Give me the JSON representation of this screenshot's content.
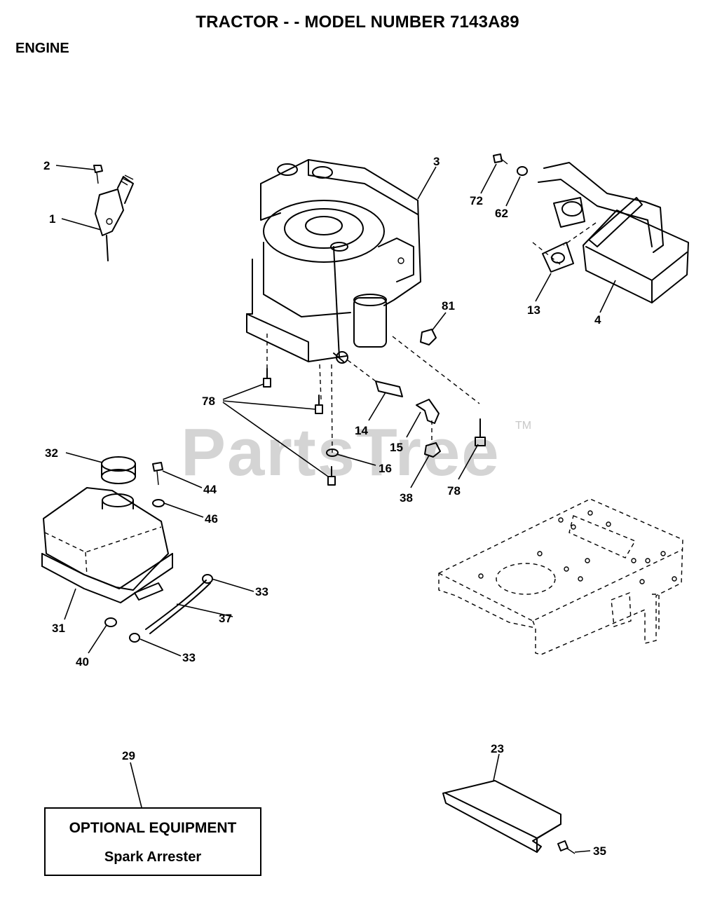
{
  "header": {
    "title": "TRACTOR - - MODEL NUMBER 7143A89",
    "section": "ENGINE"
  },
  "watermark": {
    "text": "PartsTree",
    "tm": "TM"
  },
  "callouts": {
    "c1": "1",
    "c2": "2",
    "c3": "3",
    "c4": "4",
    "c13": "13",
    "c14": "14",
    "c15": "15",
    "c16": "16",
    "c23": "23",
    "c29": "29",
    "c31": "31",
    "c32": "32",
    "c33a": "33",
    "c33b": "33",
    "c35": "35",
    "c37": "37",
    "c38": "38",
    "c40": "40",
    "c44": "44",
    "c46": "46",
    "c62": "62",
    "c72": "72",
    "c78a": "78",
    "c78b": "78",
    "c81": "81"
  },
  "optional_box": {
    "title": "OPTIONAL EQUIPMENT",
    "item": "Spark Arrester"
  }
}
